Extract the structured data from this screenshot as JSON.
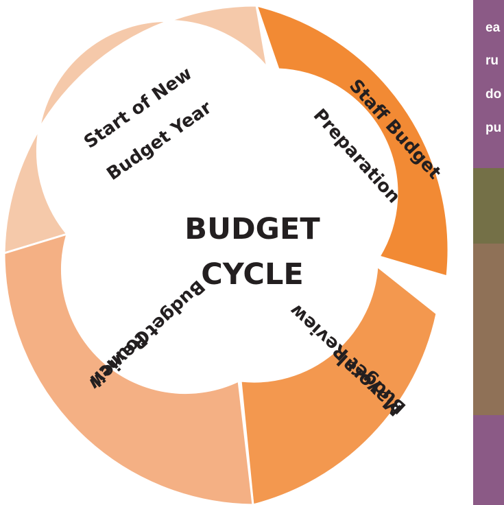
{
  "colors": {
    "segment_start": "#f5c9aa",
    "segment_staff": "#f28a34",
    "segment_mayoral": "#f3984f",
    "segment_council": "#f4b084",
    "segment_border": "#ffffff",
    "label_text": "#231f20",
    "center_fill": "#ffffff",
    "center_text": "#231f20",
    "side_panel": "#8b5a86",
    "side_photo": "#8f7157"
  },
  "diagram": {
    "center": {
      "line1": "BUDGET",
      "line2": "CYCLE"
    },
    "segments": [
      {
        "line1": "Start of New",
        "line2": "Budget Year"
      },
      {
        "line1": "Staff Budget",
        "line2": "Preparation"
      },
      {
        "line1": "Mayoral",
        "line2": "Budget Review"
      },
      {
        "line1": "Council",
        "line2": "Budget Review"
      }
    ]
  },
  "side_panel": {
    "text_lines": [
      "ea",
      "ru",
      "do",
      "pu"
    ],
    "quote_mark": "“"
  }
}
